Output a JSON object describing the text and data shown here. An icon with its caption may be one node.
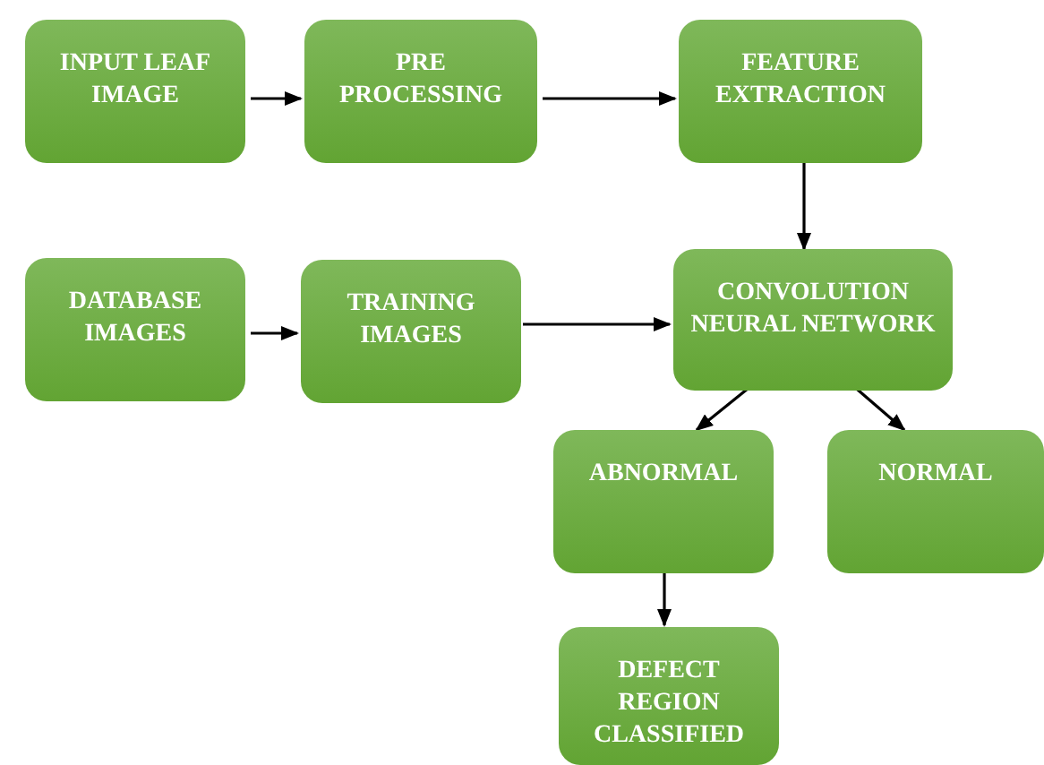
{
  "diagram": {
    "nodes": [
      {
        "text": [
          "INPUT LEAF IMAGE"
        ]
      },
      {
        "text": [
          "PRE PROCESSING"
        ]
      },
      {
        "text": [
          "FEATURE EXTRACTION"
        ]
      },
      {
        "text": [
          "DATABASE IMAGES"
        ]
      },
      {
        "text": [
          "TRAINING IMAGES"
        ]
      },
      {
        "text": [
          "CONVOLUTION NEURAL NETWORK"
        ]
      },
      {
        "text": [
          "ABNORMAL"
        ]
      },
      {
        "text": [
          "NORMAL"
        ]
      },
      {
        "text": [
          "DEFECT REGION CLASSIFIED"
        ]
      }
    ],
    "edges": [
      {
        "from": 0,
        "to": 1,
        "arrow": "to"
      },
      {
        "from": 1,
        "to": 2,
        "arrow": "to"
      },
      {
        "from": 2,
        "to": 5,
        "arrow": "to"
      },
      {
        "from": 3,
        "to": 4,
        "arrow": "to"
      },
      {
        "from": 4,
        "to": 5,
        "arrow": "to"
      },
      {
        "from": 5,
        "to": 6,
        "arrow": "to"
      },
      {
        "from": 5,
        "to": 7,
        "arrow": "to"
      },
      {
        "from": 6,
        "to": 8,
        "arrow": "to"
      }
    ]
  }
}
